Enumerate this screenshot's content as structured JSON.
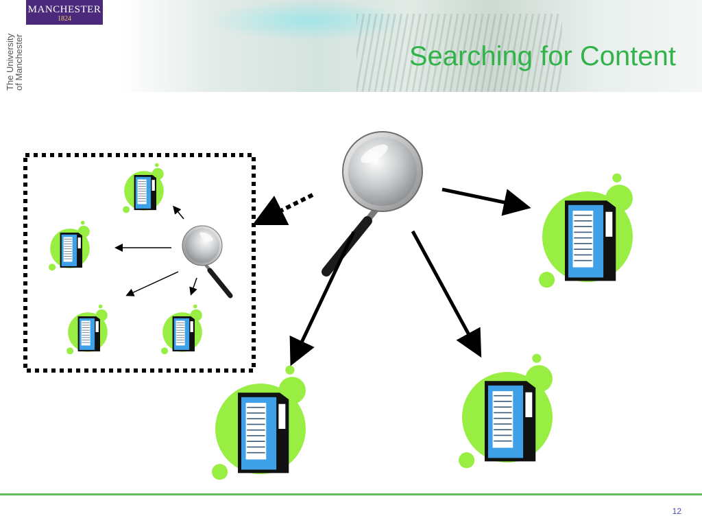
{
  "header": {
    "logo_name": "MANCHESTER",
    "logo_year": "1824",
    "university_line1": "The University",
    "university_line2": "of Manchester"
  },
  "slide": {
    "title": "Searching for Content",
    "page_number": "12"
  },
  "colors": {
    "title_green": "#32b34a",
    "blob_green": "#99ee44",
    "server_blue": "#3ea0e6",
    "logo_purple": "#4b2a7b"
  }
}
